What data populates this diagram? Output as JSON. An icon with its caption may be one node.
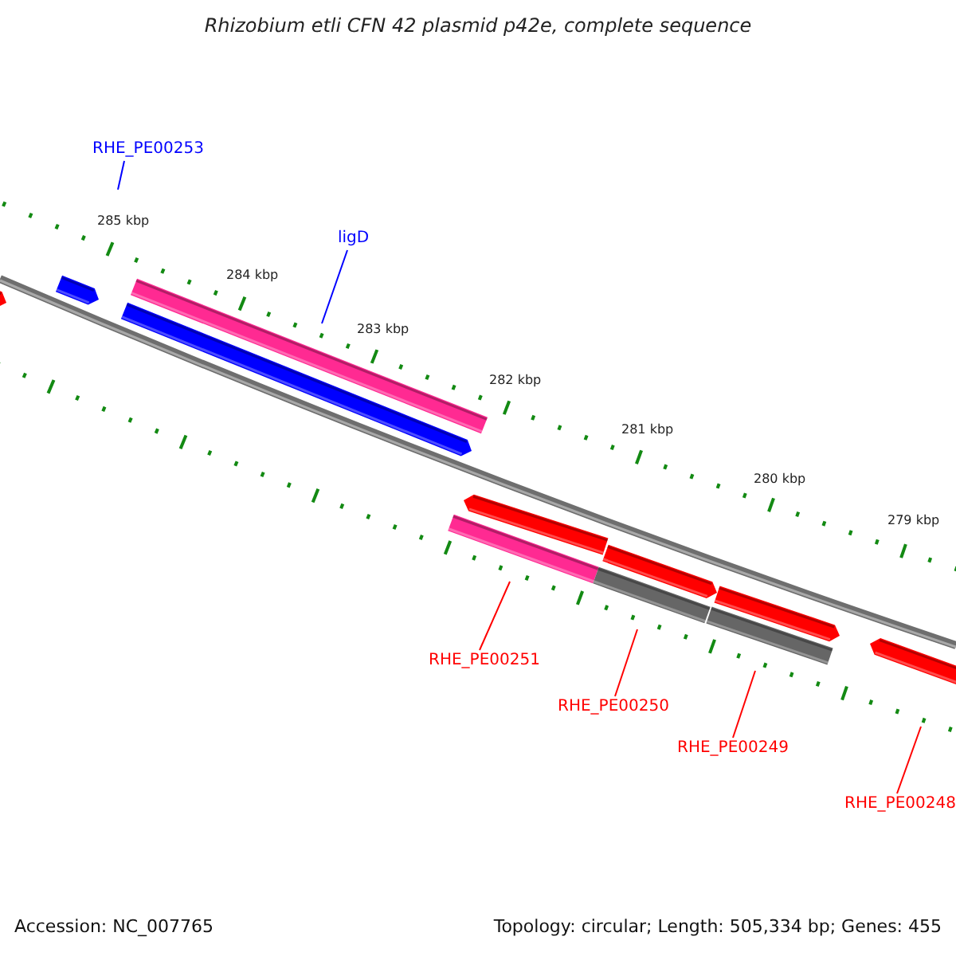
{
  "diagram": {
    "title": "Rhizobium etli CFN 42 plasmid p42e, complete sequence",
    "nodes": [
      {
        "text": [
          "RHE_PE00253"
        ]
      },
      {
        "text": [
          "ligD"
        ]
      },
      {
        "text": [
          "RHE_PE00251"
        ]
      },
      {
        "text": [
          "RHE_PE00250"
        ]
      },
      {
        "text": [
          "RHE_PE00249"
        ]
      },
      {
        "text": [
          "RHE_PE00248"
        ]
      }
    ],
    "edges": [
      {
        "from": 0,
        "to": null,
        "arrow": "none",
        "color": "#0000ff"
      },
      {
        "from": 1,
        "to": null,
        "arrow": "none",
        "color": "#0000ff"
      },
      {
        "from": 2,
        "to": null,
        "arrow": "none"
      },
      {
        "from": 3,
        "to": null,
        "arrow": "none"
      },
      {
        "from": 4,
        "to": null,
        "arrow": "none"
      },
      {
        "from": 5,
        "to": null,
        "arrow": "none"
      }
    ],
    "labels": [
      "285 kbp",
      "284 kbp",
      "283 kbp",
      "282 kbp",
      "281 kbp",
      "280 kbp",
      "279 kbp",
      "Accession: NC_007765",
      "Topology: circular; Length: 505,334 bp; Genes: 455"
    ]
  }
}
